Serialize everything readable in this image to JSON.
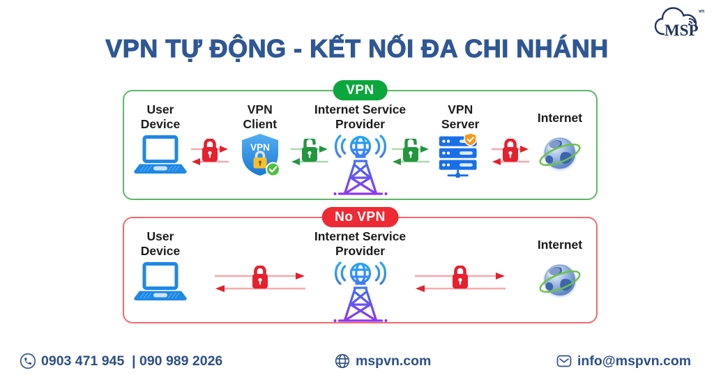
{
  "header": {
    "title": "VPN TỰ ĐỘNG - KẾT NỐI ĐA CHI NHÁNH",
    "logo": {
      "text": "MSP",
      "superscript": "vn"
    }
  },
  "panels": [
    {
      "badge": "VPN",
      "accent_color": "#0ca73c",
      "border_color": "#5cb862",
      "nodes": [
        {
          "label": "User\nDevice",
          "icon": "laptop-icon"
        },
        {
          "label": "VPN\nClient",
          "icon": "vpn-shield-icon"
        },
        {
          "label": "Internet Service\nProvider",
          "icon": "radio-tower-icon"
        },
        {
          "label": "VPN\nServer",
          "icon": "server-icon"
        },
        {
          "label": "Internet",
          "icon": "globe-icon"
        }
      ],
      "links": [
        {
          "icon": "locked-padlock-icon",
          "color": "#e6202c"
        },
        {
          "icon": "unlocked-padlock-icon",
          "color": "#229740"
        },
        {
          "icon": "unlocked-padlock-icon",
          "color": "#229740"
        },
        {
          "icon": "locked-padlock-icon",
          "color": "#e6202c"
        }
      ]
    },
    {
      "badge": "No VPN",
      "accent_color": "#ee2b35",
      "border_color": "#f3686d",
      "nodes": [
        {
          "label": "User\nDevice",
          "icon": "laptop-icon"
        },
        {
          "label": "Internet Service\nProvider",
          "icon": "radio-tower-icon"
        },
        {
          "label": "Internet",
          "icon": "globe-icon"
        }
      ],
      "links": [
        {
          "icon": "locked-padlock-icon",
          "color": "#e6202c"
        },
        {
          "icon": "locked-padlock-icon",
          "color": "#e6202c"
        }
      ]
    }
  ],
  "footer": {
    "phone": "0903 471 945  | 090 989 2026",
    "website": "mspvn.com",
    "email": "info@mspvn.com"
  },
  "colors": {
    "title": "#2f5795",
    "footer_text": "#2c4f87",
    "background": "#ffffff"
  }
}
